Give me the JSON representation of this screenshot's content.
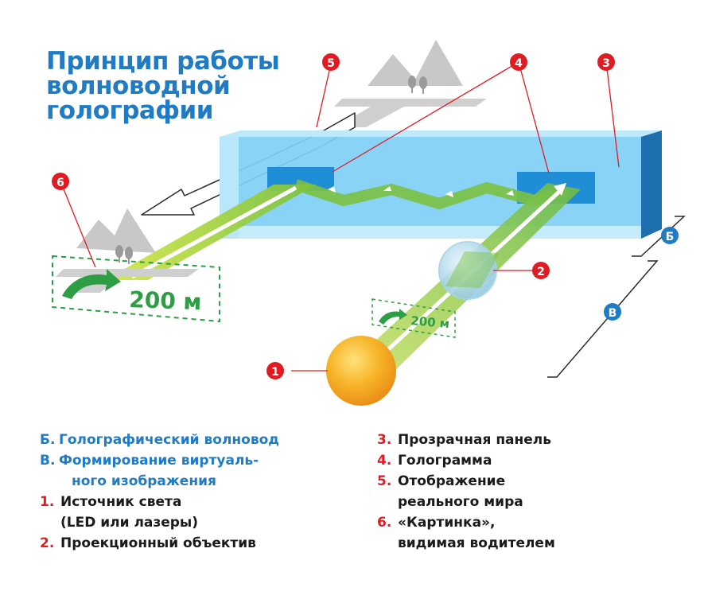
{
  "title": {
    "line1": "Принцип работы",
    "line2": "волноводной",
    "line3": "голографии"
  },
  "markers": {
    "m1": "1",
    "m2": "2",
    "m3": "3",
    "m4": "4",
    "m5": "5",
    "m6": "6",
    "mB": "Б",
    "mV": "В"
  },
  "hud_small": "200 м",
  "hud_large": "200 м",
  "legend_left": {
    "b_key": "Б.",
    "b_text": "Голографический волновод",
    "v_key": "В.",
    "v_text_1": "Формирование виртуаль-",
    "v_text_2": "ного изображения",
    "i1_key": "1.",
    "i1_text_1": "Источник света",
    "i1_text_2": "(LED или лазеры)",
    "i2_key": "2.",
    "i2_text": "Проекционный объектив"
  },
  "legend_right": {
    "i3_key": "3.",
    "i3_text": "Прозрачная панель",
    "i4_key": "4.",
    "i4_text": "Голограмма",
    "i5_key": "5.",
    "i5_text_1": "Отображение",
    "i5_text_2": "реального мира",
    "i6_key": "6.",
    "i6_text_1": "«Картинка»,",
    "i6_text_2": "видимая водителем"
  },
  "colors": {
    "title_blue": "#1e7bc4",
    "marker_red": "#e01b22",
    "marker_blue": "#1e7bc4",
    "panel_blue": "#7fd0f5",
    "panel_dark": "#1d6fae",
    "beam_green": "#8cc63f",
    "hud_green": "#2e9e44",
    "sun_orange": "#f5a623"
  }
}
